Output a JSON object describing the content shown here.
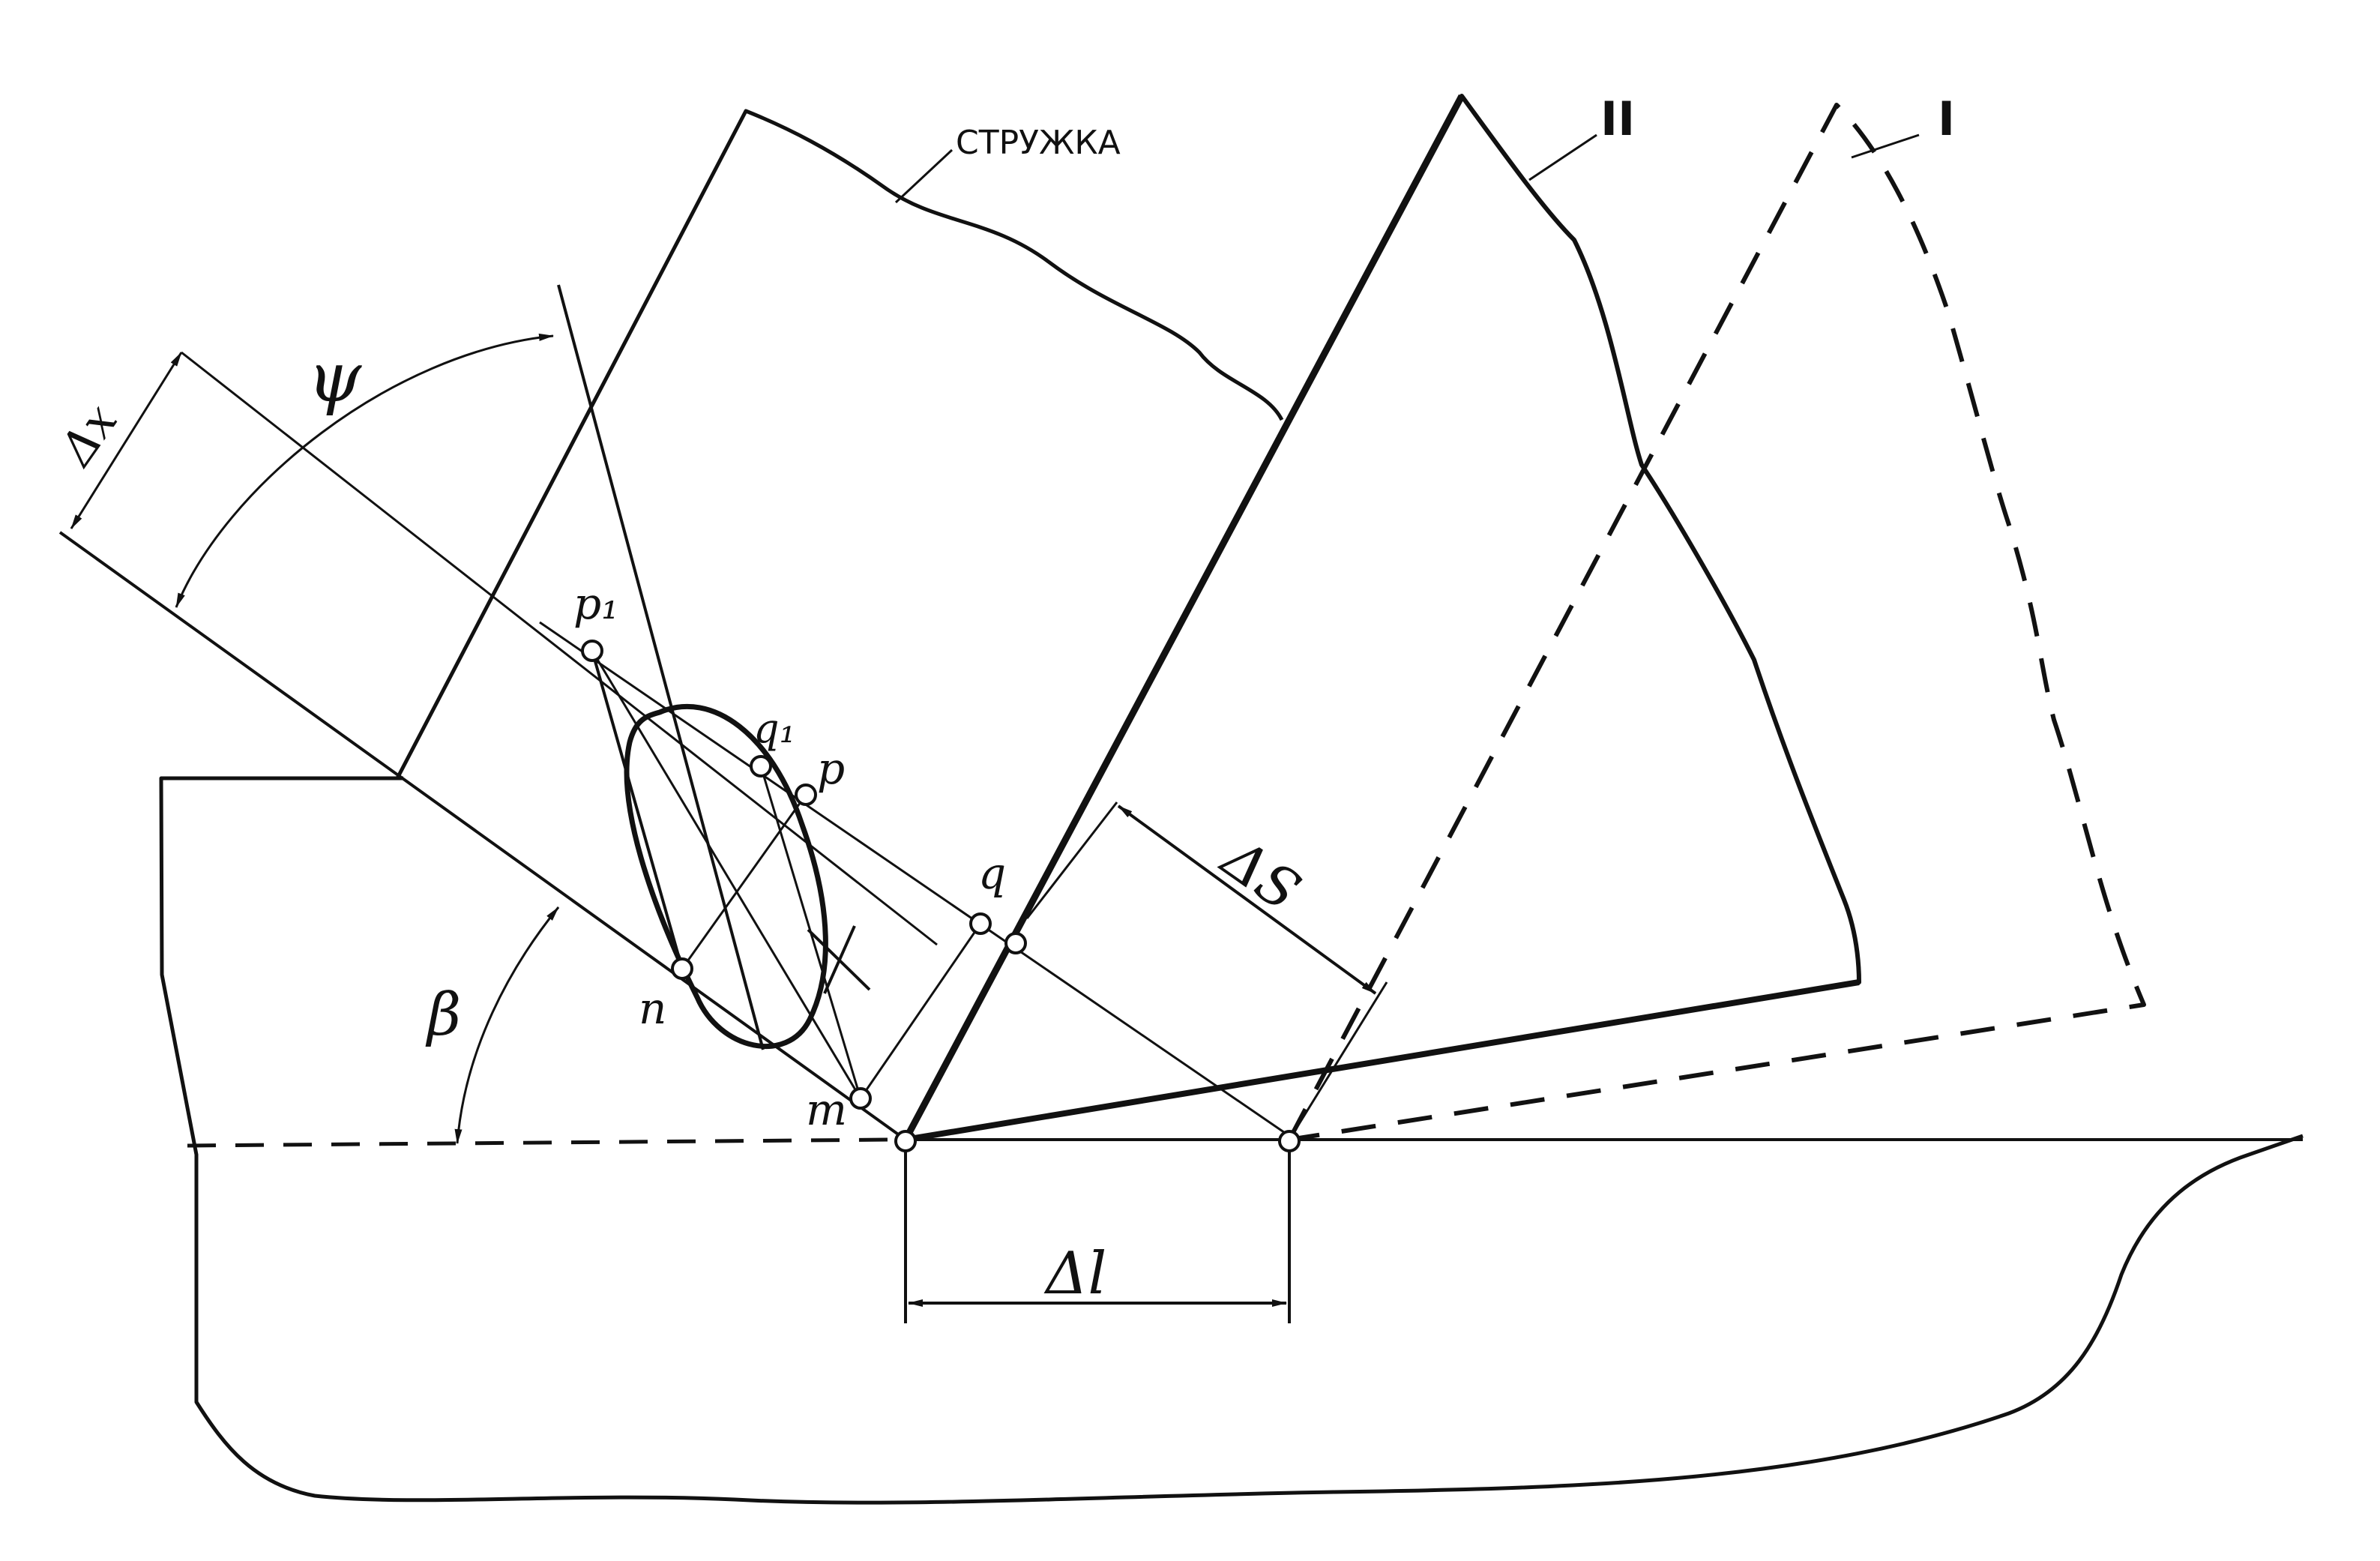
{
  "diagram": {
    "colors": {
      "ink": "#111111",
      "paper": "#ffffff"
    },
    "labels": {
      "chip": "СТРУЖКА",
      "position_II": "II",
      "position_I": "I",
      "psi": "ψ",
      "delta_x": "Δx",
      "beta": "β",
      "p1": "p₁",
      "q1": "q₁",
      "p": "p",
      "q": "q",
      "n": "n",
      "m": "m",
      "delta_s": "ΔS",
      "delta_l": "Δl"
    }
  }
}
